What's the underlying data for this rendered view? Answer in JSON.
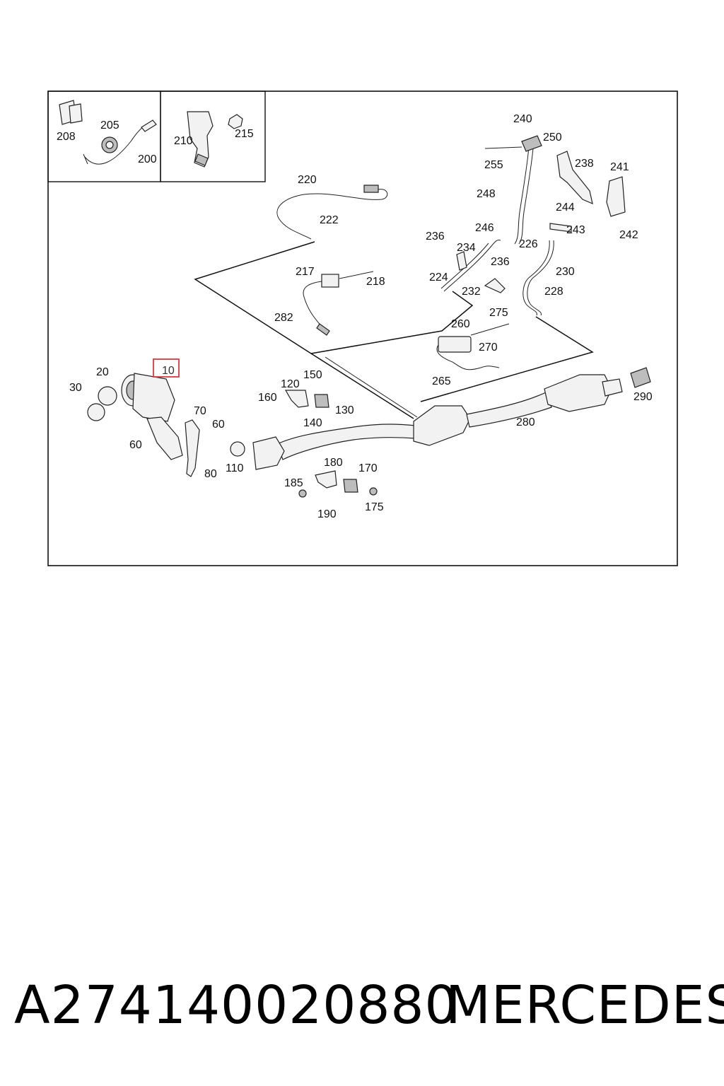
{
  "diagram": {
    "highlight_label": "10",
    "part_labels": [
      "208",
      "205",
      "200",
      "210",
      "215",
      "240",
      "250",
      "255",
      "238",
      "241",
      "220",
      "248",
      "244",
      "222",
      "246",
      "243",
      "242",
      "236",
      "234",
      "226",
      "217",
      "218",
      "236",
      "224",
      "230",
      "232",
      "228",
      "282",
      "275",
      "260",
      "270",
      "20",
      "30",
      "265",
      "150",
      "120",
      "160",
      "130",
      "140",
      "70",
      "60",
      "290",
      "280",
      "60",
      "110",
      "80",
      "180",
      "170",
      "185",
      "175",
      "190"
    ]
  },
  "footer": {
    "part_number": "A274140020880",
    "brand": "MERCEDES"
  }
}
